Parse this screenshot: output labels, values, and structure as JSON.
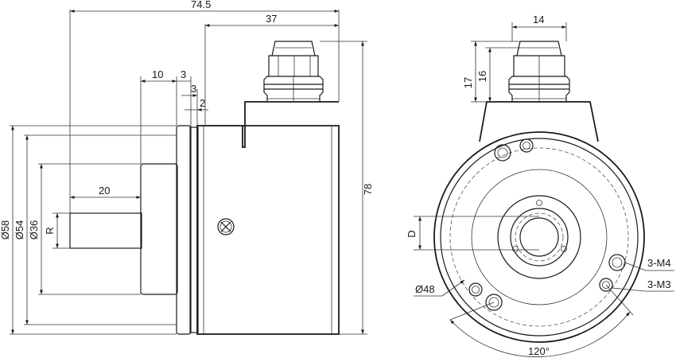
{
  "side_view": {
    "dims": {
      "overall_length": "74.5",
      "connector_offset": "37",
      "shaft_step": "10",
      "flange_a": "3",
      "flange_b": "3",
      "flange_c": "2",
      "shaft_length": "20",
      "height": "78",
      "dia_58": "Ø58",
      "dia_54": "Ø54",
      "dia_36": "Ø36",
      "shaft_r": "R"
    }
  },
  "front_view": {
    "dims": {
      "connector_width": "14",
      "height_17": "17",
      "height_16": "16",
      "bore_d": "D",
      "bolt_circle": "Ø48",
      "thread_m4": "3-M4",
      "thread_m3": "3-M3",
      "angle": "120°"
    }
  }
}
